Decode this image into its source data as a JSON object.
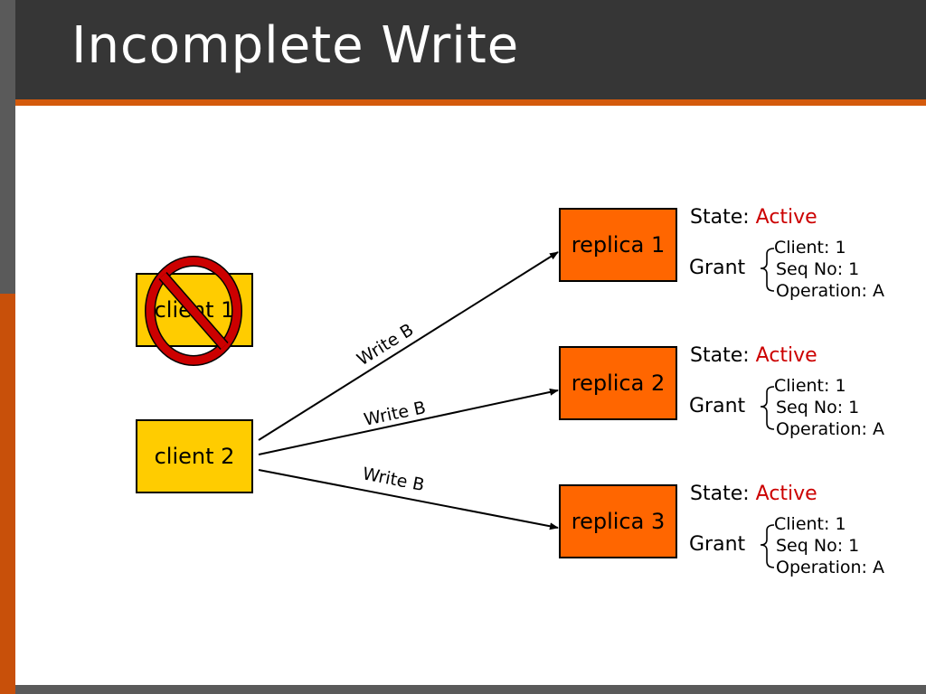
{
  "title": "Incomplete Write",
  "colors": {
    "header_bg": "#363636",
    "accent": "#d45a0c",
    "client_fill": "#ffcc00",
    "replica_fill": "#ff6600",
    "state_value": "#cc0000",
    "prohibit_sign": "#cc0000"
  },
  "clients": [
    {
      "label": "client 1",
      "blocked": true,
      "blocked_icon": "prohibited-sign-icon"
    },
    {
      "label": "client 2",
      "blocked": false
    }
  ],
  "writes": [
    {
      "label": "Write B",
      "to": "replica 1"
    },
    {
      "label": "Write B",
      "to": "replica 2"
    },
    {
      "label": "Write B",
      "to": "replica 3"
    }
  ],
  "replicas": [
    {
      "label": "replica 1",
      "state_label": "State:",
      "state_value": "Active",
      "grant_label": "Grant",
      "grant": {
        "client": "Client: 1",
        "seq": "Seq No: 1",
        "operation": "Operation: A"
      }
    },
    {
      "label": "replica 2",
      "state_label": "State:",
      "state_value": "Active",
      "grant_label": "Grant",
      "grant": {
        "client": "Client: 1",
        "seq": "Seq No: 1",
        "operation": "Operation: A"
      }
    },
    {
      "label": "replica 3",
      "state_label": "State:",
      "state_value": "Active",
      "grant_label": "Grant",
      "grant": {
        "client": "Client: 1",
        "seq": "Seq No: 1",
        "operation": "Operation: A"
      }
    }
  ]
}
